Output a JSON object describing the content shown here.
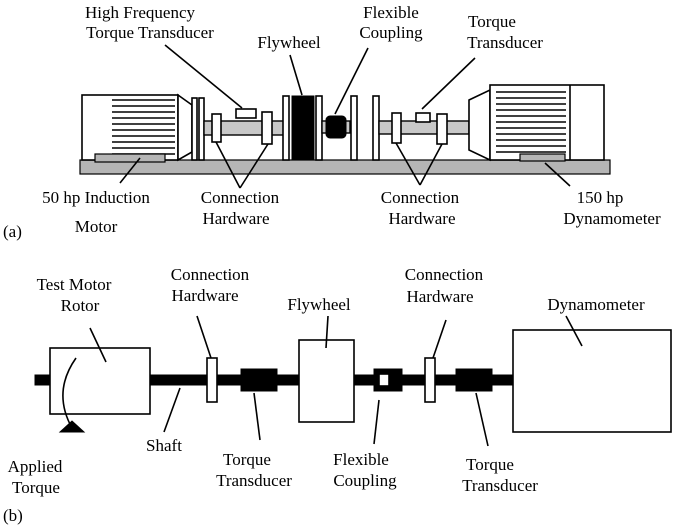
{
  "panel_a": {
    "tag": "(a)",
    "labels": {
      "hf_torque_1": "High Frequency",
      "hf_torque_2": "Torque Transducer",
      "flywheel": "Flywheel",
      "flex_coupling_1": "Flexible",
      "flex_coupling_2": "Coupling",
      "torque_1": "Torque",
      "torque_2": "Transducer",
      "induction_1": "50 hp Induction",
      "induction_2": "Motor",
      "conn_left_1": "Connection",
      "conn_left_2": "Hardware",
      "conn_right_1": "Connection",
      "conn_right_2": "Hardware",
      "dyno_1": "150 hp",
      "dyno_2": "Dynamometer"
    }
  },
  "panel_b": {
    "tag": "(b)",
    "labels": {
      "test_motor_1": "Test Motor",
      "test_motor_2": "Rotor",
      "conn_left_1": "Connection",
      "conn_left_2": "Hardware",
      "flywheel": "Flywheel",
      "conn_right_1": "Connection",
      "conn_right_2": "Hardware",
      "dyno": "Dynamometer",
      "applied_1": "Applied",
      "applied_2": "Torque",
      "shaft": "Shaft",
      "torque_left_1": "Torque",
      "torque_left_2": "Transducer",
      "flex_1": "Flexible",
      "flex_2": "Coupling",
      "torque_right_1": "Torque",
      "torque_right_2": "Transducer"
    }
  }
}
